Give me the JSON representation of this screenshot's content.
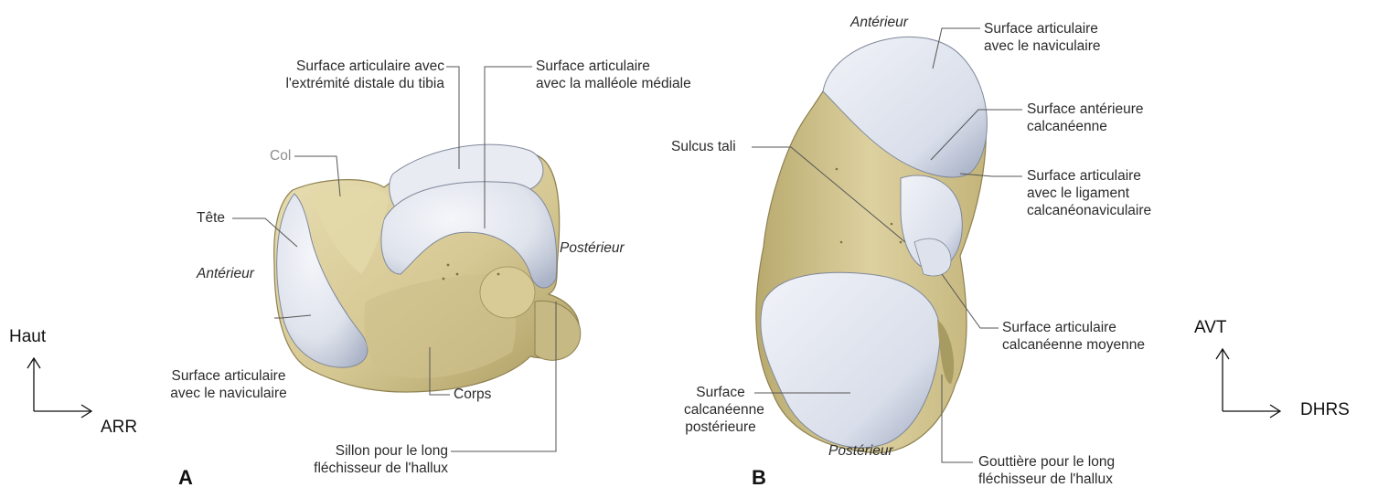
{
  "figure_a": {
    "panel_label": "A",
    "labels": {
      "surface_tibia": [
        "Surface articulaire avec",
        "l'extrémité distale du tibia"
      ],
      "surface_malleole": [
        "Surface articulaire",
        "avec la malléole médiale"
      ],
      "col": "Col",
      "tete": "Tête",
      "anterieur": "Antérieur",
      "posterieur": "Postérieur",
      "surface_naviculaire": [
        "Surface articulaire",
        "avec le naviculaire"
      ],
      "corps": "Corps",
      "sillon": [
        "Sillon pour le long",
        "fléchisseur de l'hallux"
      ]
    },
    "axes": {
      "up": "Haut",
      "right": "ARR"
    }
  },
  "figure_b": {
    "panel_label": "B",
    "labels": {
      "anterieur": "Antérieur",
      "surface_naviculaire": [
        "Surface articulaire",
        "avec le naviculaire"
      ],
      "surface_anterieure_calc": [
        "Surface antérieure",
        "calcanéenne"
      ],
      "sulcus_tali": "Sulcus tali",
      "surface_ligament": [
        "Surface articulaire",
        "avec le ligament",
        "calcanéonaviculaire"
      ],
      "surface_moyenne": [
        "Surface articulaire",
        "calcanéenne moyenne"
      ],
      "surface_posterieure": [
        "Surface",
        "calcanéenne",
        "postérieure"
      ],
      "posterieur": "Postérieur",
      "gouttiere": [
        "Gouttière pour le long",
        "fléchisseur de l'hallux"
      ]
    },
    "axes": {
      "up": "AVT",
      "right": "DHRS"
    }
  },
  "colors": {
    "bone": "#d8cc9a",
    "bone_shadow": "#a9995e",
    "cartilage": "#dfe4ee",
    "cartilage_shadow": "#a8b1c6",
    "leader": "#555555"
  }
}
